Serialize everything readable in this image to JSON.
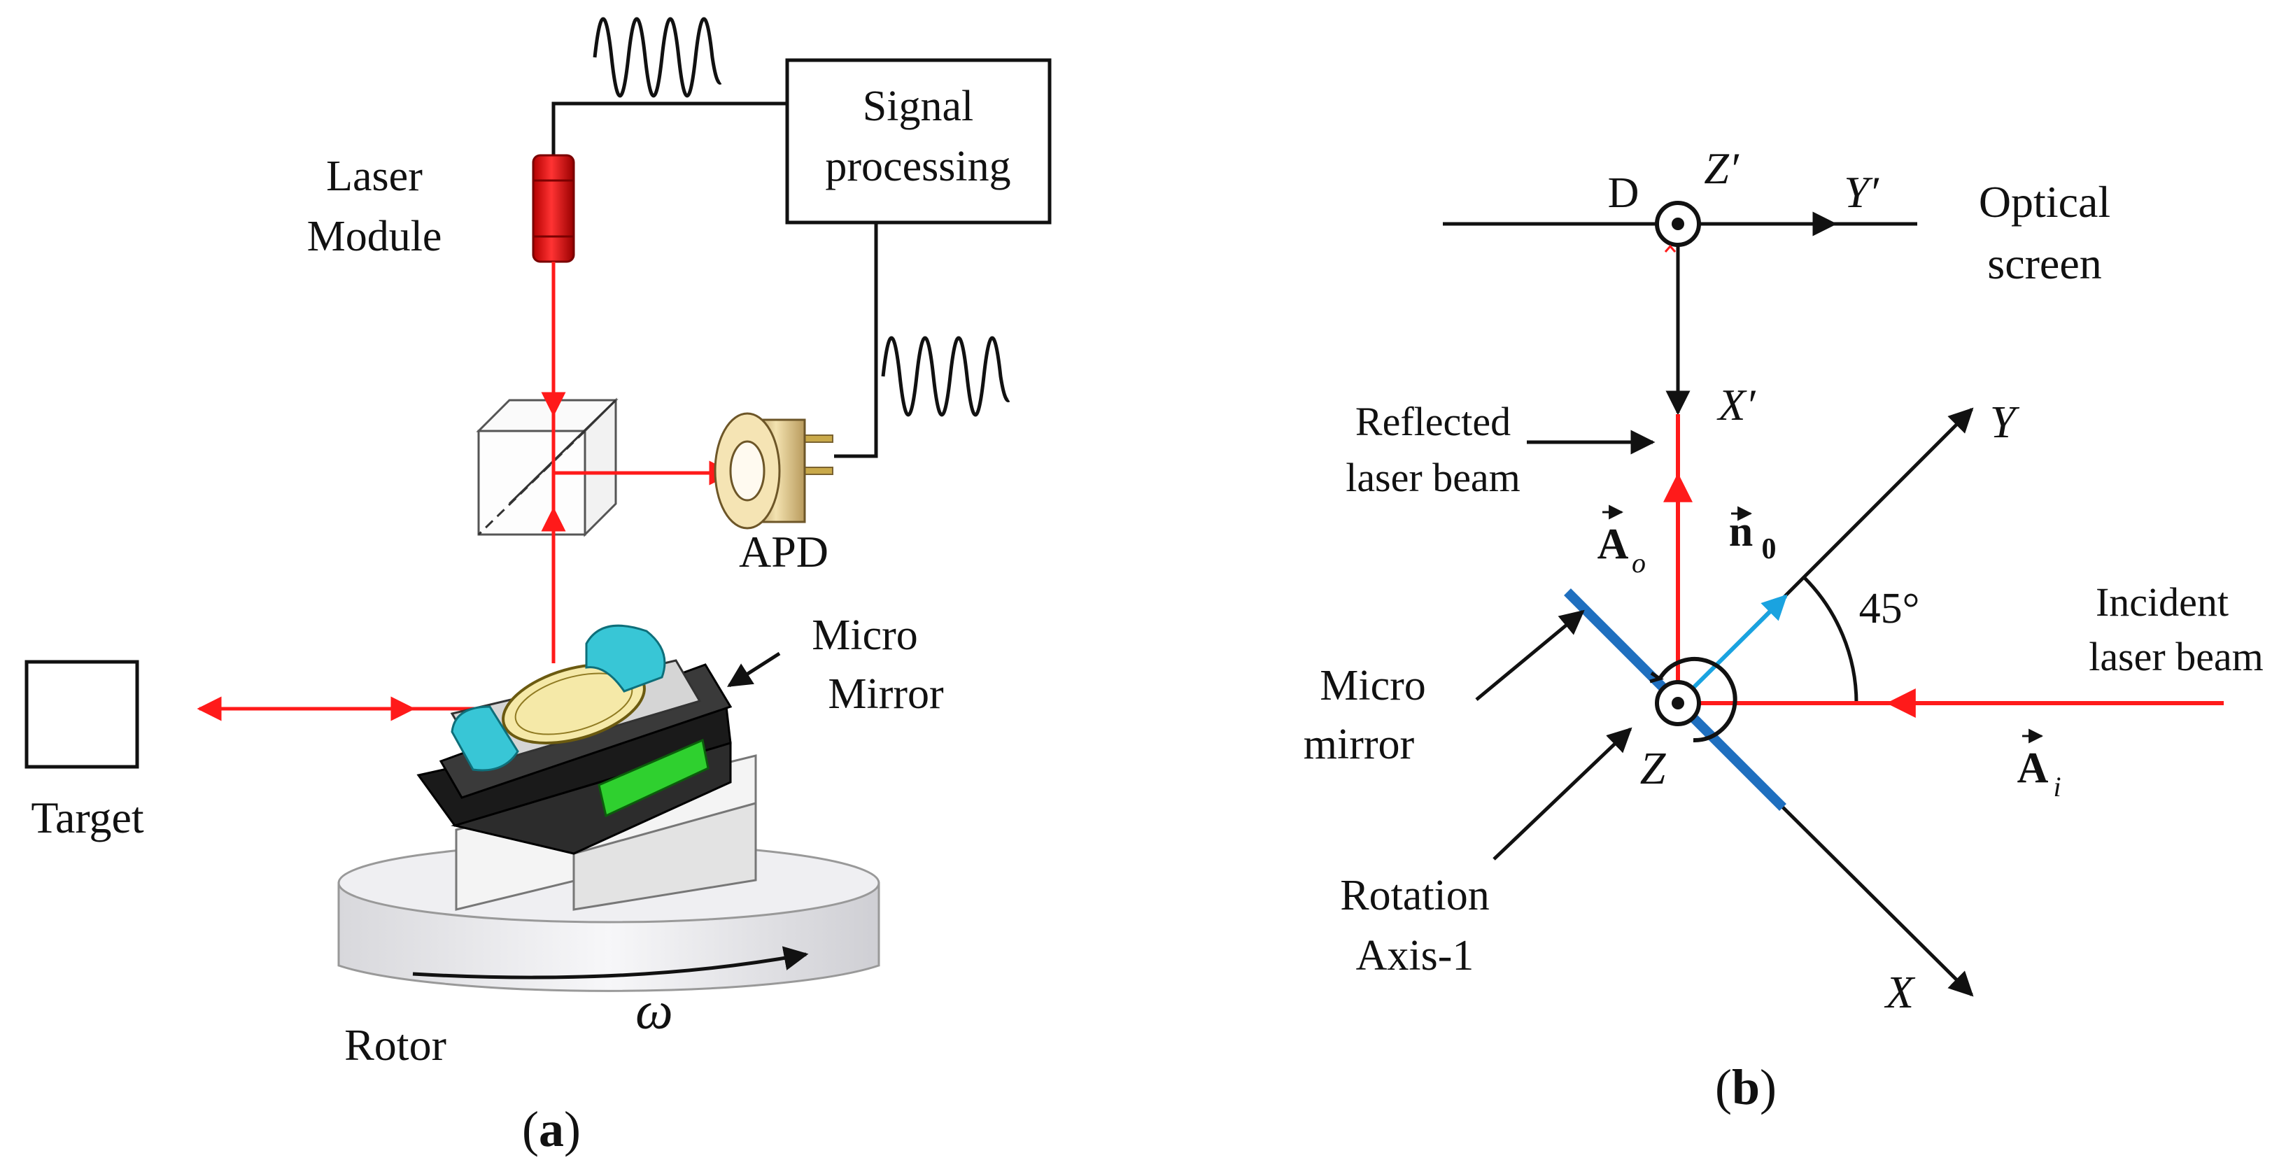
{
  "colors": {
    "laser": "#ff1a1a",
    "ink": "#111111",
    "mirror": "#1f6fbf",
    "normal": "#1aa3e0",
    "cyan": "#38c6d6",
    "green": "#28b428",
    "mirror_disc": "#f5e9a8"
  },
  "panel_a": {
    "signal_processing": [
      "Signal",
      "processing"
    ],
    "laser_module": [
      "Laser",
      "Module"
    ],
    "apd": "APD",
    "micro_mirror": [
      "Micro",
      "Mirror"
    ],
    "target": "Target",
    "rotor": "Rotor",
    "omega": "ω",
    "caption": {
      "open": "(",
      "letter": "a",
      "close": ")"
    }
  },
  "panel_b": {
    "d": "D",
    "z_prime": "Z′",
    "y_prime": "Y′",
    "optical_screen": [
      "Optical",
      "screen"
    ],
    "reflected": [
      "Reflected",
      "laser beam"
    ],
    "x_prime": "X′",
    "y_axis": "Y",
    "a_o": {
      "base": "A",
      "sub": "o"
    },
    "n_0": {
      "base": "n",
      "sub": "0"
    },
    "angle": "45°",
    "incident": [
      "Incident",
      "laser beam"
    ],
    "micro_mirror": [
      "Micro",
      "mirror"
    ],
    "a_i": {
      "base": "A",
      "sub": "i"
    },
    "z_axis": "Z",
    "rotation_axis": [
      "Rotation",
      "Axis-1"
    ],
    "x_axis": "X",
    "caption": {
      "open": "(",
      "letter": "b",
      "close": ")"
    }
  }
}
